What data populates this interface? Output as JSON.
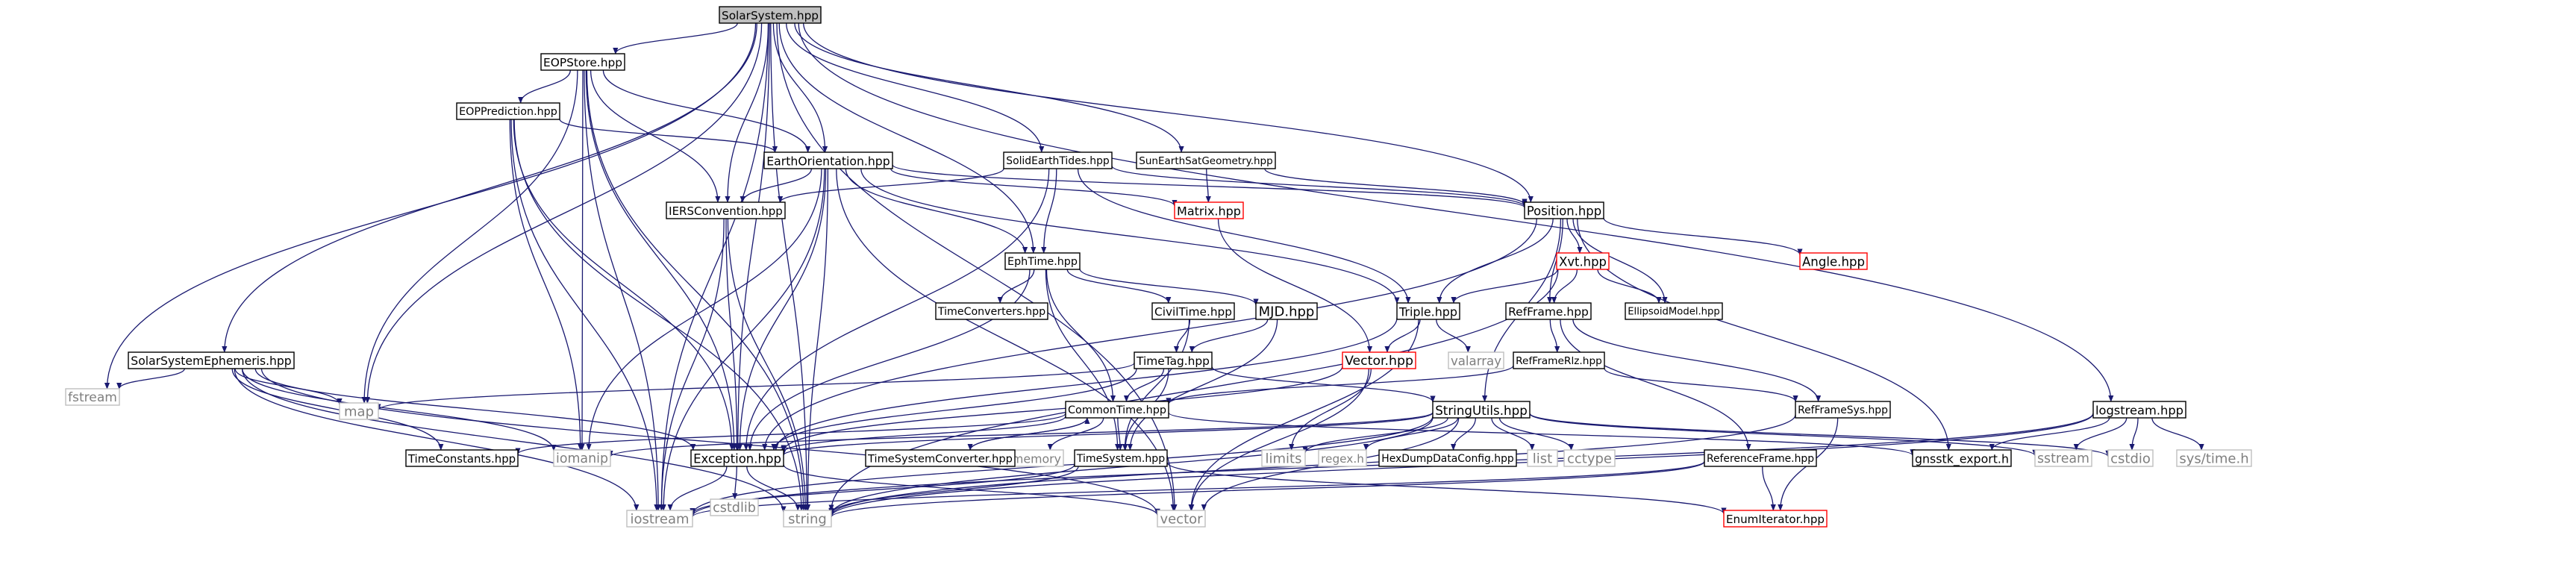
{
  "title": "SolarSystem.hpp",
  "colors": {
    "edge": "#191970",
    "node_border": "#000000",
    "missing_border": "#bfbfbf",
    "missing_text": "#7f7f7f",
    "red_border": "#ff0000",
    "root_fill": "#bfbfbf"
  },
  "nodes": {
    "root": "SolarSystem.hpp",
    "eop_store": "EOPStore.hpp",
    "eop_prediction": "EOPPrediction.hpp",
    "earth_orientation": "EarthOrientation.hpp",
    "solid_earth_tides": "SolidEarthTides.hpp",
    "sun_earth_sat_geometry": "SunEarthSatGeometry.hpp",
    "iers_convention": "IERSConvention.hpp",
    "matrix": "Matrix.hpp",
    "position": "Position.hpp",
    "eph_time": "EphTime.hpp",
    "xvt": "Xvt.hpp",
    "angle": "Angle.hpp",
    "triple": "Triple.hpp",
    "ref_frame": "RefFrame.hpp",
    "ellipsoid_model": "EllipsoidModel.hpp",
    "time_converters": "TimeConverters.hpp",
    "civil_time": "CivilTime.hpp",
    "mjd": "MJD.hpp",
    "vector_hpp": "Vector.hpp",
    "valarray": "valarray",
    "ref_frame_rlz": "RefFrameRlz.hpp",
    "solar_system_ephemeris": "SolarSystemEphemeris.hpp",
    "time_tag": "TimeTag.hpp",
    "fstream": "fstream",
    "map": "map",
    "common_time": "CommonTime.hpp",
    "string_utils": "StringUtils.hpp",
    "ref_frame_sys": "RefFrameSys.hpp",
    "logstream": "logstream.hpp",
    "time_constants": "TimeConstants.hpp",
    "iomanip": "iomanip",
    "memory": "memory",
    "exception": "Exception.hpp",
    "time_system_converter": "TimeSystemConverter.hpp",
    "time_system": "TimeSystem.hpp",
    "limits": "limits",
    "regex": "regex.h",
    "hexdump_config": "HexDumpDataConfig.hpp",
    "list": "list",
    "cctype": "cctype",
    "gnsstk_export": "gnsstk_export.h",
    "sstream": "sstream",
    "cstdio": "cstdio",
    "sys_time": "sys/time.h",
    "reference_frame": "ReferenceFrame.hpp",
    "cstdlib": "cstdlib",
    "iostream": "iostream",
    "string": "string",
    "vector": "vector",
    "enum_iterator": "EnumIterator.hpp"
  }
}
